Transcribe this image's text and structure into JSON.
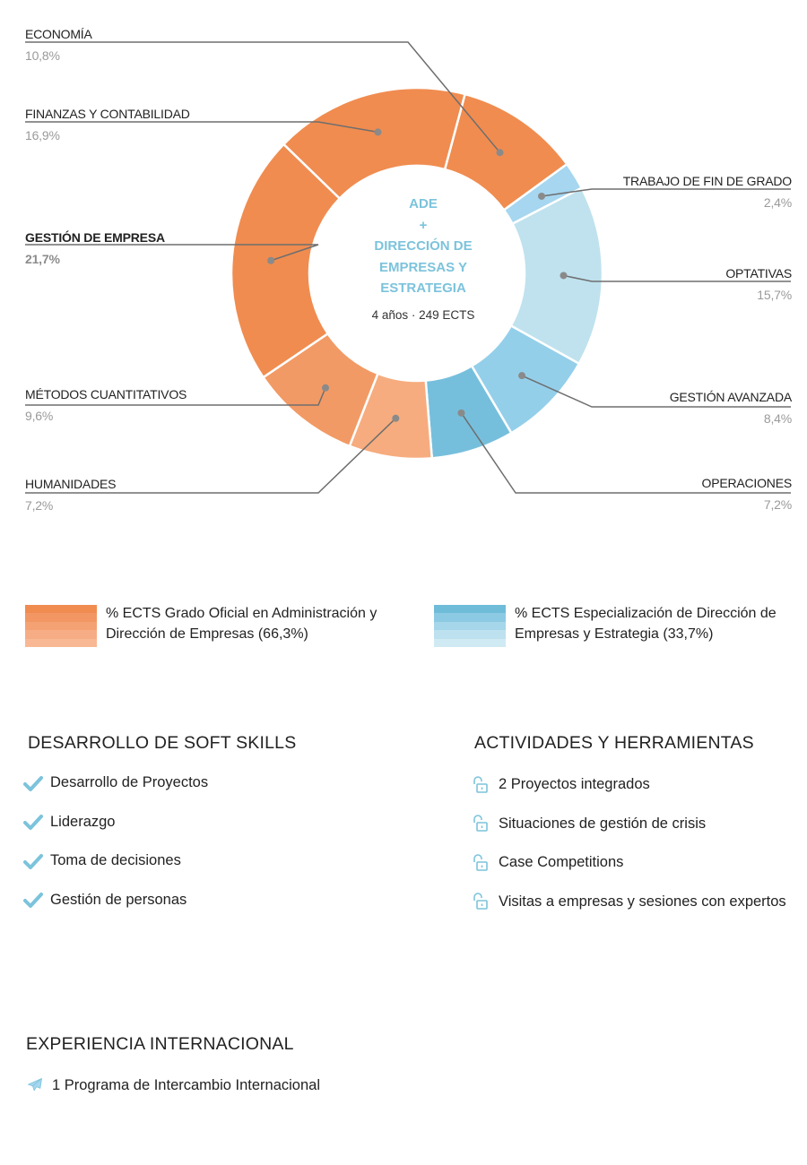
{
  "chart_data": {
    "type": "pie",
    "center": {
      "title_lines": [
        "ADE",
        "+",
        "DIRECCIÓN DE",
        "EMPRESAS Y",
        "ESTRATEGIA"
      ],
      "subtitle": "4 años · 249 ECTS"
    },
    "slices": [
      {
        "label": "ECONOMÍA",
        "value": 10.8,
        "display": "10,8%",
        "color": "#f08c50",
        "group": "grado"
      },
      {
        "label": "TRABAJO DE FIN DE GRADO",
        "value": 2.4,
        "display": "2,4%",
        "color": "#a6d6f0",
        "group": "especializacion"
      },
      {
        "label": "OPTATIVAS",
        "value": 15.7,
        "display": "15,7%",
        "color": "#bfe2ee",
        "group": "especializacion"
      },
      {
        "label": "GESTIÓN AVANZADA",
        "value": 8.4,
        "display": "8,4%",
        "color": "#94cfea",
        "group": "especializacion"
      },
      {
        "label": "OPERACIONES",
        "value": 7.2,
        "display": "7,2%",
        "color": "#76bfdc",
        "group": "especializacion"
      },
      {
        "label": "HUMANIDADES",
        "value": 7.2,
        "display": "7,2%",
        "color": "#f6ac7e",
        "group": "grado"
      },
      {
        "label": "MÉTODOS CUANTITATIVOS",
        "value": 9.6,
        "display": "9,6%",
        "color": "#f29a65",
        "group": "grado"
      },
      {
        "label": "GESTIÓN DE EMPRESA",
        "value": 21.7,
        "display": "21,7%",
        "color": "#f08c50",
        "group": "grado",
        "emphasis": true
      },
      {
        "label": "FINANZAS Y CONTABILIDAD",
        "value": 16.9,
        "display": "16,9%",
        "color": "#f08c50",
        "group": "grado"
      }
    ],
    "legend": [
      {
        "text": "% ECTS Grado Oficial en Administración y Dirección de Empresas (66,3%)",
        "value": 66.3,
        "colors": [
          "#f08c50",
          "#f29763",
          "#f4a274",
          "#f6ad85",
          "#f8b893"
        ]
      },
      {
        "text": "% ECTS Especialización de Dirección de Empresas y Estrategia (33,7%)",
        "value": 33.7,
        "colors": [
          "#6fbcd9",
          "#8ccae3",
          "#a6d6ea",
          "#bde1ef",
          "#d0eaf4"
        ]
      }
    ]
  },
  "soft_skills": {
    "title": "DESARROLLO DE SOFT SKILLS",
    "icon": "check-icon",
    "items": [
      "Desarrollo de Proyectos",
      "Liderazgo",
      "Toma de decisiones",
      "Gestión de personas"
    ]
  },
  "activities": {
    "title": "ACTIVIDADES Y HERRAMIENTAS",
    "icon": "open-lock-icon",
    "items": [
      "2 Proyectos integrados",
      "Situaciones de gestión de crisis",
      "Case Competitions",
      "Visitas a empresas y sesiones con expertos"
    ]
  },
  "international": {
    "title": "EXPERIENCIA INTERNACIONAL",
    "icon": "airplane-icon",
    "item": "1 Programa de Intercambio Internacional"
  },
  "colors": {
    "accent_blue": "#7cc3dc",
    "accent_orange": "#f08c50",
    "leader_line": "#6e6e6e"
  }
}
